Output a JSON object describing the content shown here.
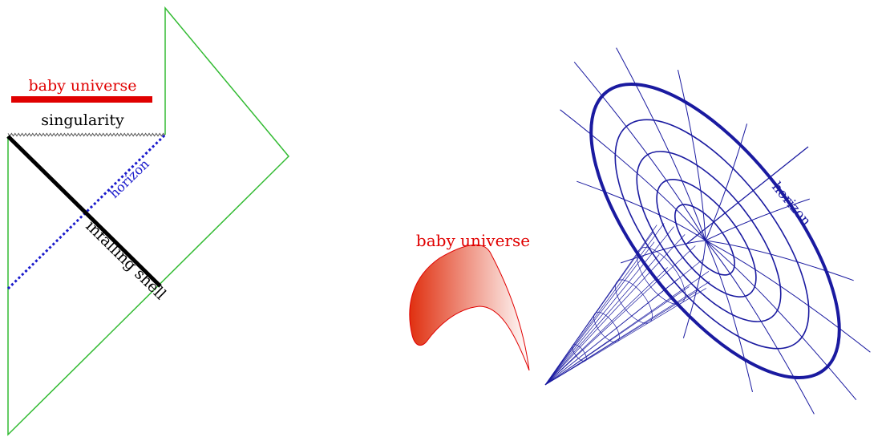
{
  "left_diagram": {
    "baby_universe_label": "baby universe",
    "singularity_label": "singularity",
    "horizon_label": "horizon",
    "infalling_shell_label": "infalling shell",
    "colors": {
      "boundary": "#33bb33",
      "baby_universe": "#e00000",
      "horizon": "#1a1acc",
      "shell": "#000000",
      "singularity": "#555555"
    }
  },
  "right_diagram": {
    "baby_universe_label": "baby universe",
    "horizon_label": "horizon",
    "colors": {
      "baby_universe_fill_start": "#e03010",
      "baby_universe_fill_end": "#ffffff",
      "baby_universe_label": "#e00000",
      "wormhole": "#1a1aa0"
    }
  }
}
